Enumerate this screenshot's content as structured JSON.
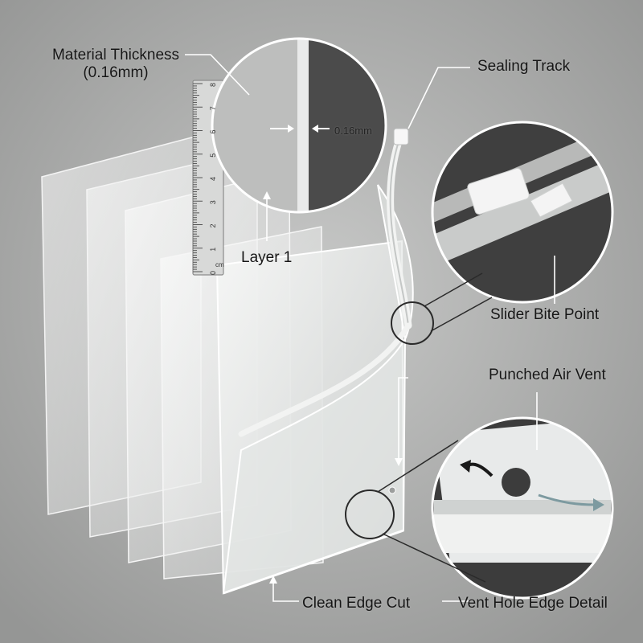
{
  "labels": {
    "material_thickness_line1": "Material Thickness",
    "material_thickness_line2": "(0.16mm)",
    "thickness_value": "0.16mm",
    "layer": "Layer 1",
    "sealing_track": "Sealing Track",
    "slider_bite_point": "Slider Bite Point",
    "punched_air_vent": "Punched Air Vent",
    "clean_edge_cut": "Clean Edge Cut",
    "vent_hole_edge_detail": "Vent Hole Edge Detail"
  },
  "ruler": {
    "unit": "cm",
    "ticks": [
      "0",
      "1",
      "2",
      "3",
      "4",
      "5",
      "6",
      "7",
      "8"
    ]
  },
  "colors": {
    "background": "#a9aaa9",
    "callout_dark": "#4a4a4a",
    "film": "#e9ebea",
    "leader": "#ffffff"
  }
}
